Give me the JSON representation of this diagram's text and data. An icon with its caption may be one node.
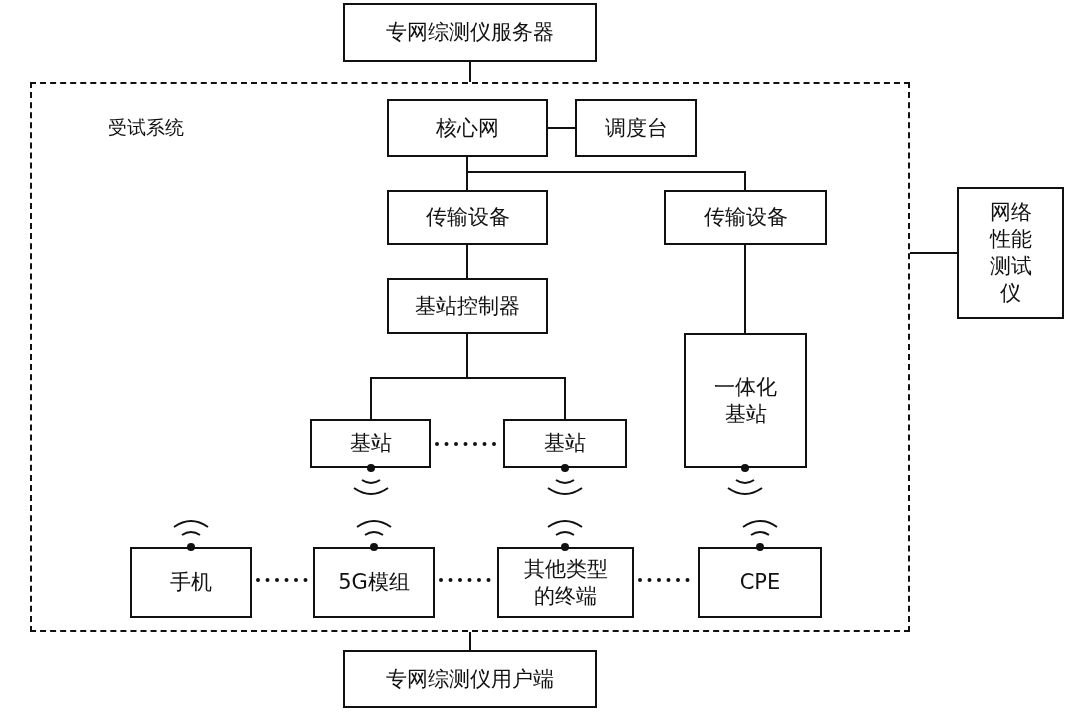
{
  "diagram": {
    "nodes": [
      {
        "text": [
          "专网综测仪服务器"
        ]
      },
      {
        "text": [
          "受试系统"
        ]
      },
      {
        "text": [
          "核心网"
        ],
        "in": 1
      },
      {
        "text": [
          "调度台"
        ],
        "in": 1
      },
      {
        "text": [
          "传输设备"
        ],
        "in": 1
      },
      {
        "text": [
          "传输设备"
        ],
        "in": 1
      },
      {
        "text": [
          "基站控制器"
        ],
        "in": 1
      },
      {
        "text": [
          "基站"
        ],
        "in": 1
      },
      {
        "text": [
          "基站"
        ],
        "in": 1
      },
      {
        "text": [
          "一体化基站"
        ],
        "in": 1
      },
      {
        "text": [
          "手机"
        ],
        "in": 1
      },
      {
        "text": [
          "5G模组"
        ],
        "in": 1
      },
      {
        "text": [
          "其他类型的终端"
        ],
        "in": 1
      },
      {
        "text": [
          "CPE"
        ],
        "in": 1
      },
      {
        "text": [
          "网络性能测试仪"
        ]
      },
      {
        "text": [
          "专网综测仪用户端"
        ]
      }
    ],
    "edges": [
      {
        "from": 0,
        "to": 1,
        "arrow": "none"
      },
      {
        "from": 2,
        "to": 3,
        "arrow": "none"
      },
      {
        "from": 2,
        "to": 4,
        "arrow": "none"
      },
      {
        "from": 2,
        "to": 5,
        "arrow": "none"
      },
      {
        "from": 4,
        "to": 6,
        "arrow": "none"
      },
      {
        "from": 6,
        "to": 7,
        "arrow": "none"
      },
      {
        "from": 6,
        "to": 8,
        "arrow": "none"
      },
      {
        "from": 5,
        "to": 9,
        "arrow": "none"
      },
      {
        "from": 7,
        "to": 8,
        "arrow": "none",
        "style": "dashed"
      },
      {
        "from": 10,
        "to": 11,
        "arrow": "none",
        "style": "dashed"
      },
      {
        "from": 11,
        "to": 12,
        "arrow": "none",
        "style": "dashed"
      },
      {
        "from": 12,
        "to": 13,
        "arrow": "none",
        "style": "dashed"
      },
      {
        "from": 14,
        "to": 1,
        "arrow": "none"
      },
      {
        "from": 1,
        "to": 15,
        "arrow": "none"
      }
    ]
  }
}
